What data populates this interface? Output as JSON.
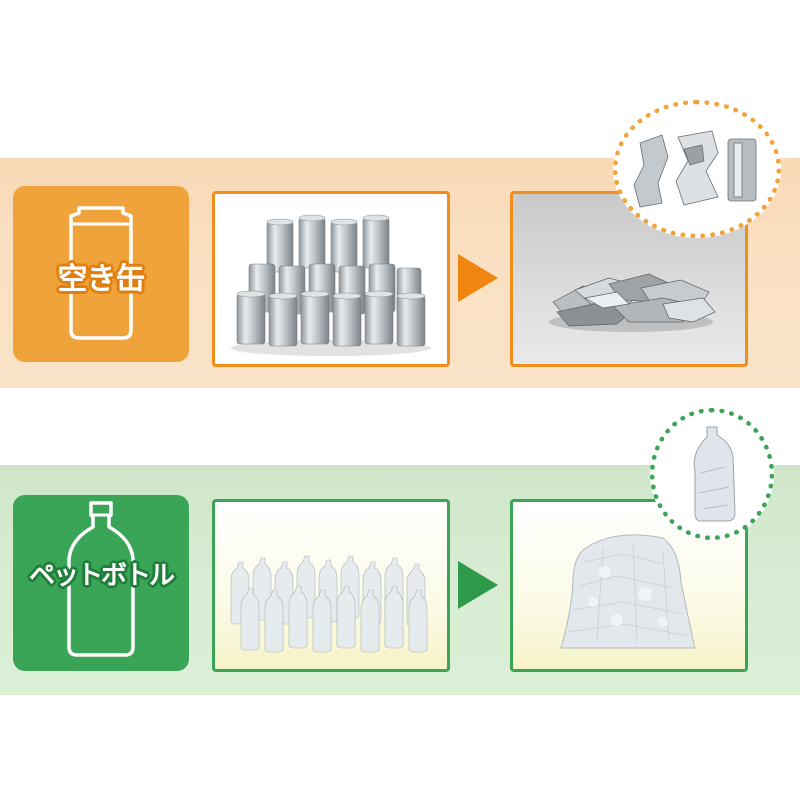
{
  "rows": [
    {
      "id": "can",
      "label": "空き缶",
      "icon": "aluminum-can-icon",
      "accent": "#f0a33a",
      "border": "#f08d1d",
      "band": "#fbe1c4",
      "before_image": "stack-of-aluminum-cans",
      "after_image": "crushed-flattened-cans",
      "inset_image": "crushed-can-closeups"
    },
    {
      "id": "pet",
      "label": "ペットボトル",
      "icon": "pet-bottle-icon",
      "accent": "#3aa457",
      "border": "#3aa457",
      "band": "#d8ecd3",
      "before_image": "rows-of-plastic-bottles",
      "after_image": "bag-of-crushed-bottles",
      "inset_image": "crushed-bottle-closeup"
    }
  ]
}
